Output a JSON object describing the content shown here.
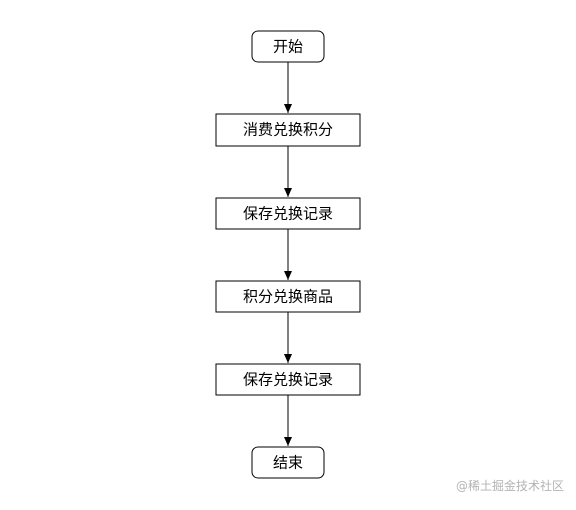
{
  "diagram": {
    "nodes": [
      {
        "label": "开始",
        "shape": "terminal"
      },
      {
        "label": "消费兑换积分",
        "shape": "process"
      },
      {
        "label": "保存兑换记录",
        "shape": "process"
      },
      {
        "label": "积分兑换商品",
        "shape": "process"
      },
      {
        "label": "保存兑换记录",
        "shape": "process"
      },
      {
        "label": "结束",
        "shape": "terminal"
      }
    ],
    "edges": [
      {
        "from": 0,
        "to": 1
      },
      {
        "from": 1,
        "to": 2
      },
      {
        "from": 2,
        "to": 3
      },
      {
        "from": 3,
        "to": 4
      },
      {
        "from": 4,
        "to": 5
      }
    ],
    "colors": {
      "stroke": "#000000",
      "fill": "#ffffff",
      "text": "#000000"
    }
  },
  "watermark": {
    "text": "@稀土掘金技术社区"
  }
}
